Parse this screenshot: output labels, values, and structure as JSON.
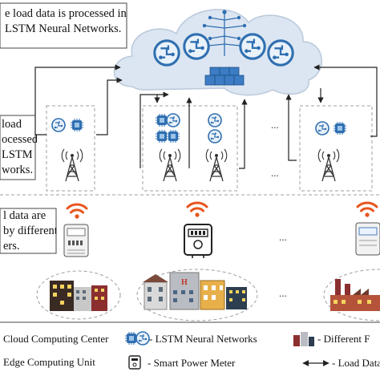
{
  "callouts": {
    "cloud": [
      "e load data is processed in",
      "LSTM Neural Networks."
    ],
    "edge": [
      "load",
      "ocessed",
      "LSTM",
      "works."
    ],
    "meter": [
      "l data are",
      "by different",
      "ers."
    ]
  },
  "ellipsis": [
    "...",
    "...",
    "...",
    "..."
  ],
  "legend": {
    "cloud_center": "Cloud Computing Center",
    "lstm": "- LSTM Neural Networks",
    "different": "- Different F",
    "edge_unit": "Edge Computing Unit",
    "smart_meter": "- Smart Power Meter",
    "load_data": "- Load Data"
  },
  "colors": {
    "cloud_fill": "#dce6f2",
    "cloud_stroke": "#b9c8db",
    "brain_blue": "#2f6fb0",
    "brain_light": "#6fa8dc",
    "wifi_orange": "#e8541c",
    "dashed": "#9aa0a6",
    "arrow": "#222222"
  }
}
